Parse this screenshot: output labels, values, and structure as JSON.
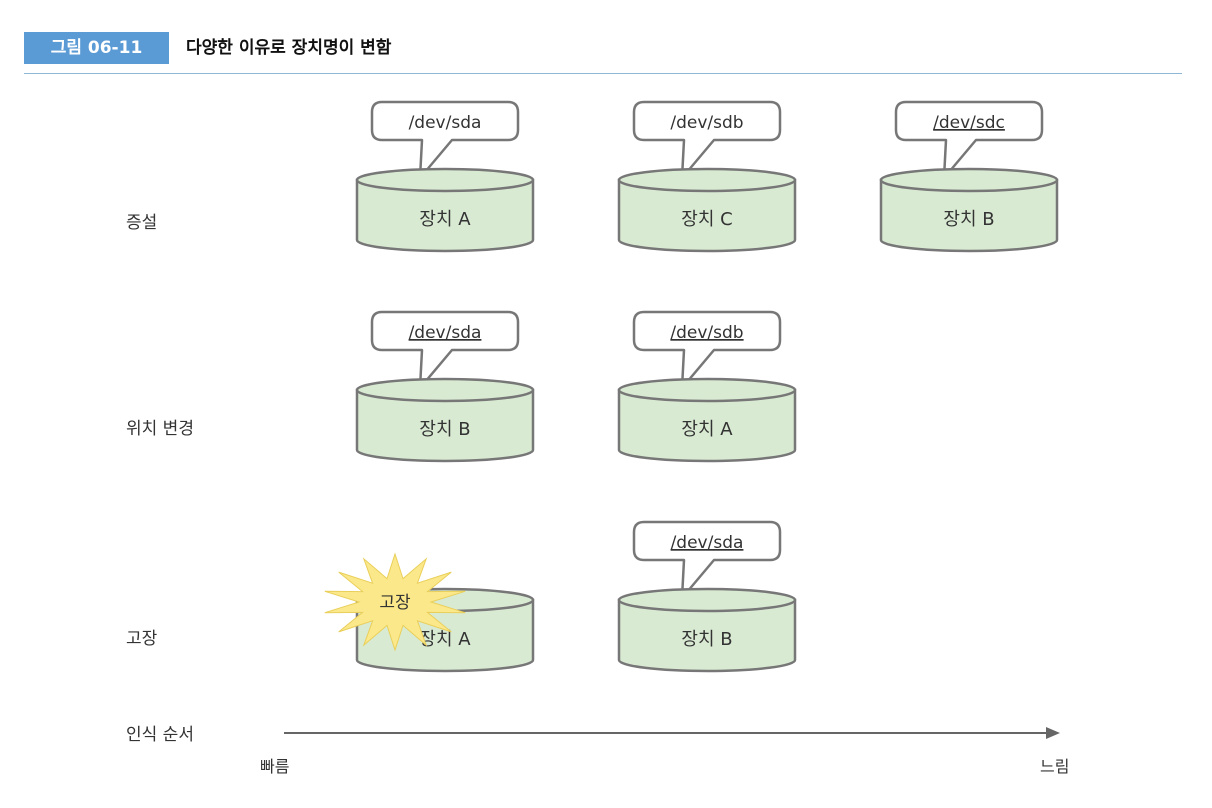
{
  "figure": {
    "number": "그림 06-11",
    "title": "다양한 이유로 장치명이 변함"
  },
  "rows": [
    {
      "label": "증설",
      "devices": [
        {
          "name": "장치 A",
          "path": "/dev/sda",
          "underlined": false
        },
        {
          "name": "장치 C",
          "path": "/dev/sdb",
          "underlined": false
        },
        {
          "name": "장치 B",
          "path": "/dev/sdc",
          "underlined": true
        }
      ]
    },
    {
      "label": "위치 변경",
      "devices": [
        {
          "name": "장치 B",
          "path": "/dev/sda",
          "underlined": true
        },
        {
          "name": "장치 A",
          "path": "/dev/sdb",
          "underlined": true
        }
      ]
    },
    {
      "label": "고장",
      "devices": [
        {
          "name": "장치 A",
          "path": null,
          "failed": true,
          "failure_label": "고장"
        },
        {
          "name": "장치 B",
          "path": "/dev/sda",
          "underlined": true
        }
      ]
    }
  ],
  "axis": {
    "label": "인식 순서",
    "start": "빠름",
    "end": "느림"
  },
  "colors": {
    "badge": "#5b9bd5",
    "cylinder_fill": "#d9ead3",
    "cylinder_stroke": "#777777",
    "burst_fill": "#fbe88a"
  }
}
